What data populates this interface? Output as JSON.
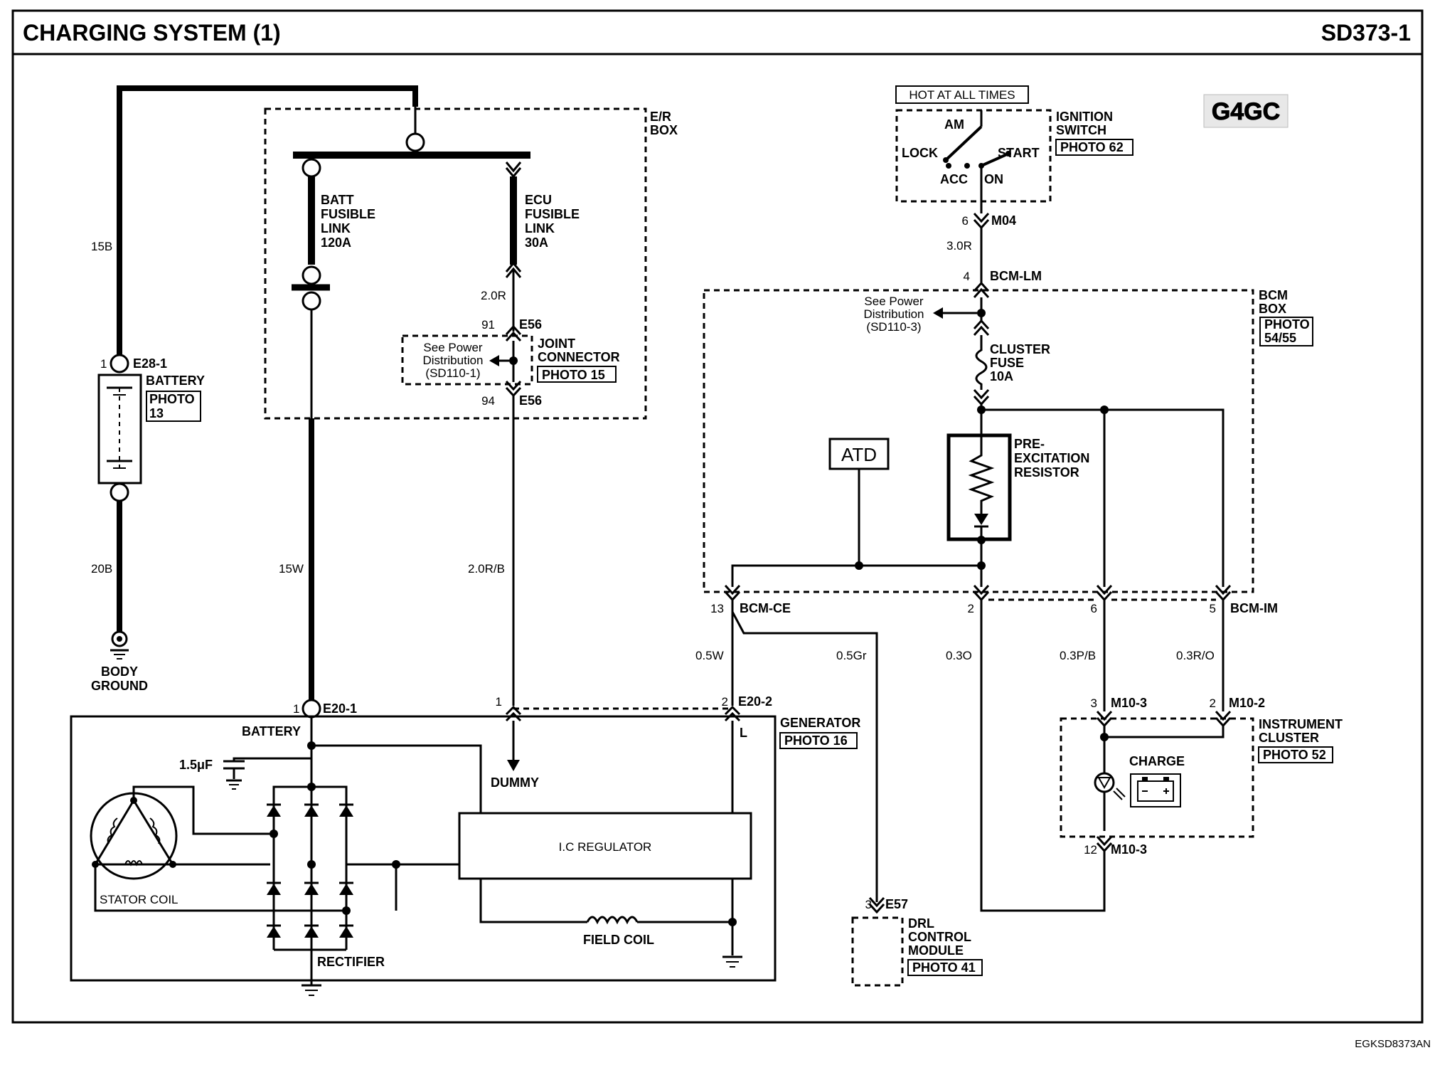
{
  "header": {
    "title": "CHARGING SYSTEM (1)",
    "page_code": "SD373-1",
    "engine_badge": "G4GC",
    "footer_code": "EGKSD8373AN"
  },
  "components": {
    "er_box": "E/R BOX",
    "er_box_line1": "E/R",
    "er_box_line2": "BOX",
    "batt_fusible_link": [
      "BATT",
      "FUSIBLE",
      "LINK",
      "120A"
    ],
    "ecu_fusible_link": [
      "ECU",
      "FUSIBLE",
      "LINK",
      "30A"
    ],
    "joint_connector": [
      "JOINT",
      "CONNECTOR"
    ],
    "joint_photo": "PHOTO 15",
    "see_power_left": [
      "See Power",
      "Distribution",
      "(SD110-1)"
    ],
    "see_power_right": [
      "See Power",
      "Distribution",
      "(SD110-3)"
    ],
    "battery": "BATTERY",
    "battery_photo": [
      "PHOTO",
      "13"
    ],
    "body_ground": [
      "BODY",
      "GROUND"
    ],
    "hot_at_all_times": "HOT AT ALL TIMES",
    "ignition_switch": [
      "IGNITION",
      "SWITCH"
    ],
    "ignition_photo": "PHOTO 62",
    "ignition_positions": {
      "am": "AM",
      "lock": "LOCK",
      "start": "START",
      "acc": "ACC",
      "on": "ON"
    },
    "bcm_box": [
      "BCM",
      "BOX"
    ],
    "bcm_photo": [
      "PHOTO",
      "54/55"
    ],
    "cluster_fuse": [
      "CLUSTER",
      "FUSE",
      "10A"
    ],
    "pre_excitation_resistor": [
      "PRE-",
      "EXCITATION",
      "RESISTOR"
    ],
    "atd": "ATD",
    "instrument_cluster": [
      "INSTRUMENT",
      "CLUSTER"
    ],
    "instrument_photo": "PHOTO 52",
    "charge_lamp": "CHARGE",
    "generator": "GENERATOR",
    "generator_photo": "PHOTO 16",
    "generator_battery": "BATTERY",
    "capacitor": "1.5μF",
    "stator_coil": "STATOR COIL",
    "rectifier": "RECTIFIER",
    "ic_regulator": "I.C REGULATOR",
    "field_coil": "FIELD COIL",
    "dummy": "DUMMY",
    "generator_l_terminal": "L",
    "drl_control_module": [
      "DRL",
      "CONTROL",
      "MODULE"
    ],
    "drl_photo": "PHOTO 41"
  },
  "wires": {
    "w_15b": "15B",
    "w_20b": "20B",
    "w_15w": "15W",
    "w_20r": "2.0R",
    "w_20rb": "2.0R/B",
    "w_30r": "3.0R",
    "w_05w": "0.5W",
    "w_05gr": "0.5Gr",
    "w_03o": "0.3O",
    "w_03pb": "0.3P/B",
    "w_03ro": "0.3R/O"
  },
  "connectors": {
    "e28_1_pin": "1",
    "e28_1": "E28-1",
    "e56_top_pin": "91",
    "e56_top": "E56",
    "e56_bot_pin": "94",
    "e56_bot": "E56",
    "e20_1_pin": "1",
    "e20_1": "E20-1",
    "e20_2_pin1": "1",
    "e20_2_pin2": "2",
    "e20_2": "E20-2",
    "m04_pin": "6",
    "m04": "M04",
    "bcm_lm_pin": "4",
    "bcm_lm": "BCM-LM",
    "bcm_ce_pin": "13",
    "bcm_ce": "BCM-CE",
    "bcm_pin2": "2",
    "bcm_pin6": "6",
    "bcm_im_pin": "5",
    "bcm_im": "BCM-IM",
    "m10_3_pin": "3",
    "m10_3": "M10-3",
    "m10_2_pin": "2",
    "m10_2": "M10-2",
    "m10_3b_pin": "12",
    "m10_3b": "M10-3",
    "e57_pin": "3",
    "e57": "E57"
  }
}
